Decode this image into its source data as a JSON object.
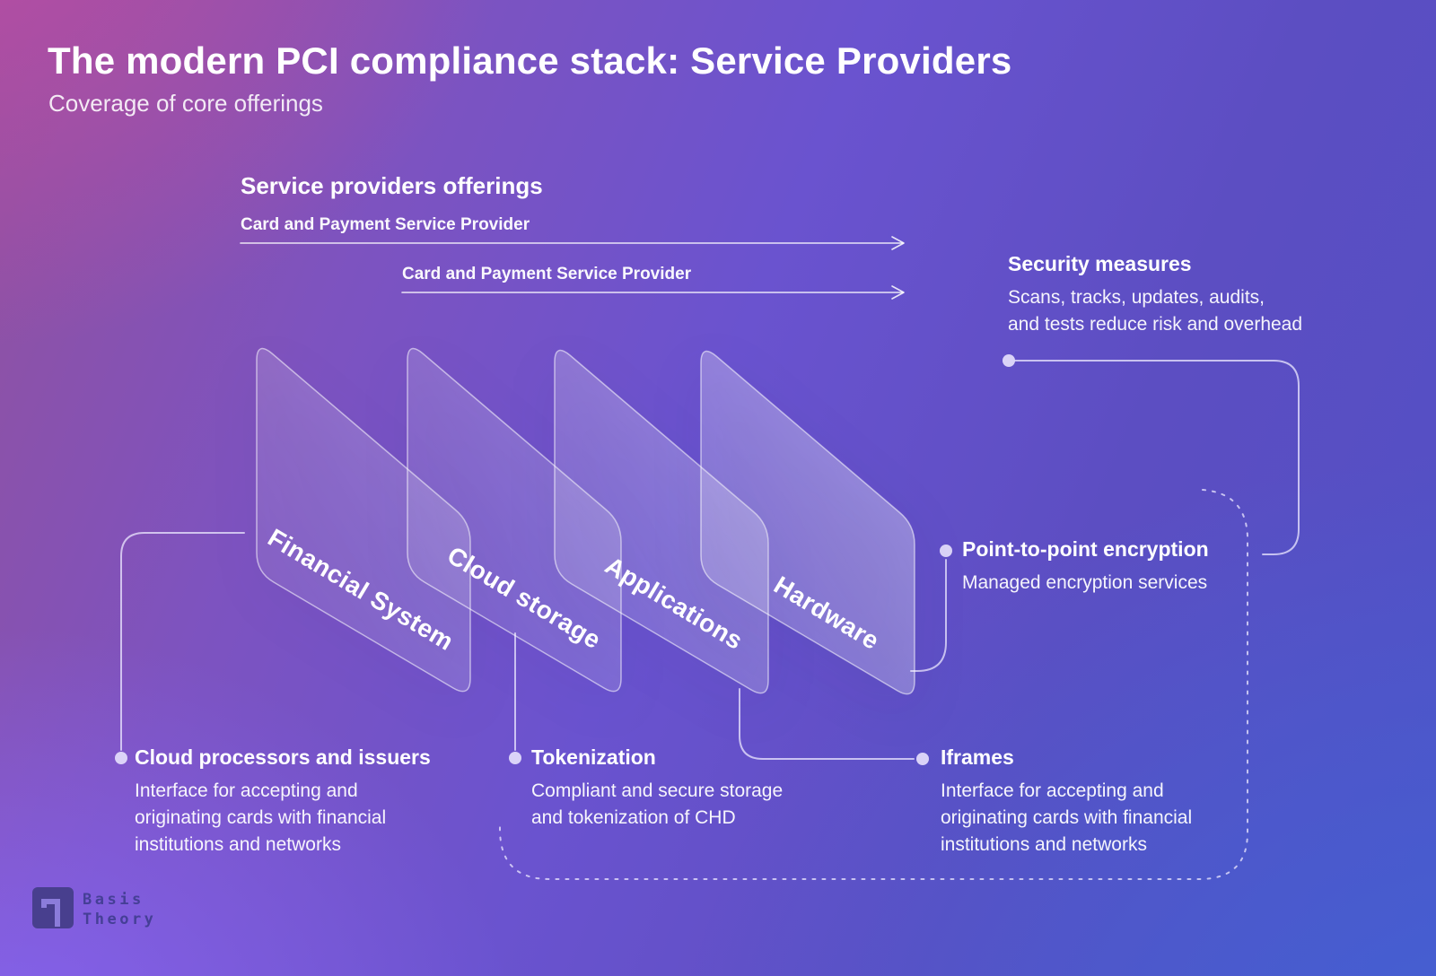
{
  "title": "The modern PCI compliance stack: Service Providers",
  "subtitle": "Coverage of core offerings",
  "offerings": {
    "heading": "Service providers offerings",
    "arrows": [
      {
        "label": "Card and Payment Service Provider"
      },
      {
        "label": "Card and Payment Service Provider"
      }
    ]
  },
  "cards": [
    {
      "label": "Financial System"
    },
    {
      "label": "Cloud storage"
    },
    {
      "label": "Applications"
    },
    {
      "label": "Hardware"
    }
  ],
  "annotations": {
    "security": {
      "heading": "Security measures",
      "body": "Scans, tracks, updates, audits,\nand tests reduce risk and overhead"
    },
    "p2p": {
      "heading": "Point-to-point encryption",
      "body": "Managed encryption services"
    },
    "cloud_processors": {
      "heading": "Cloud processors and issuers",
      "body": "Interface for accepting and\noriginating cards with financial\ninstitutions and networks"
    },
    "tokenization": {
      "heading": "Tokenization",
      "body": "Compliant and secure storage\nand tokenization of CHD"
    },
    "iframes": {
      "heading": "Iframes",
      "body": "Interface for accepting and\noriginating cards with financial\ninstitutions and networks"
    }
  },
  "logo": {
    "line1": "Basis",
    "line2": "Theory"
  },
  "colors": {
    "bg_top_left": "#9b4da2",
    "bg_top_right": "#5a4cba",
    "bg_bottom_left": "#7a63f2",
    "bg_bottom_right": "#4b64d0",
    "line": "#e9e5ff",
    "logo_square": "#483f8e",
    "logo_glyph": "#8b7cda",
    "logo_text": "#453f96"
  }
}
